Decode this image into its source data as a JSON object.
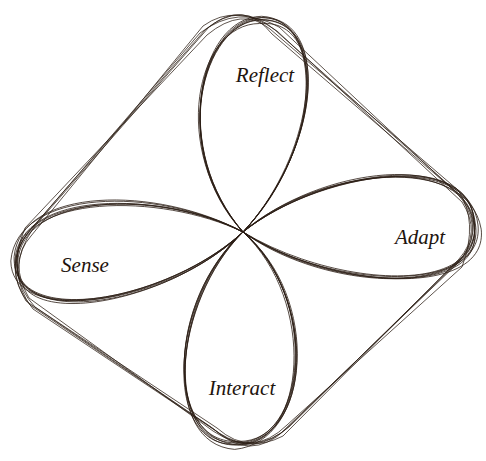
{
  "diagram": {
    "nodes": [
      {
        "text": [
          "Reflect"
        ]
      },
      {
        "text": [
          "Adapt"
        ]
      },
      {
        "text": [
          "Sense"
        ]
      },
      {
        "text": [
          "Interact"
        ]
      }
    ]
  }
}
